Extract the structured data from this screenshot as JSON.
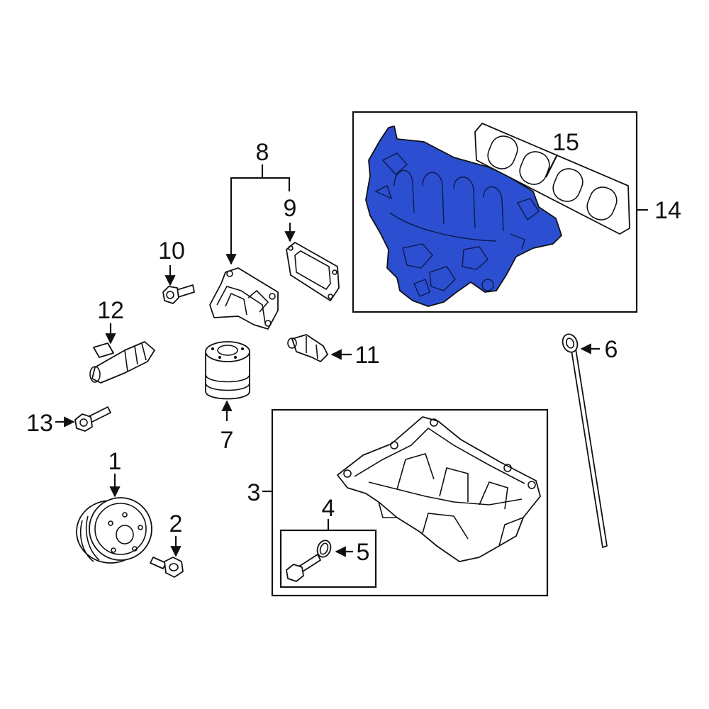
{
  "diagram": {
    "highlight_color": "#2b4fd0",
    "callouts": [
      {
        "id": "c1",
        "label": "1"
      },
      {
        "id": "c2",
        "label": "2"
      },
      {
        "id": "c3",
        "label": "3"
      },
      {
        "id": "c4",
        "label": "4"
      },
      {
        "id": "c5",
        "label": "5"
      },
      {
        "id": "c6",
        "label": "6"
      },
      {
        "id": "c7",
        "label": "7"
      },
      {
        "id": "c8",
        "label": "8"
      },
      {
        "id": "c9",
        "label": "9"
      },
      {
        "id": "c10",
        "label": "10"
      },
      {
        "id": "c11",
        "label": "11"
      },
      {
        "id": "c12",
        "label": "12"
      },
      {
        "id": "c13",
        "label": "13"
      },
      {
        "id": "c14",
        "label": "14"
      },
      {
        "id": "c15",
        "label": "15"
      }
    ]
  }
}
